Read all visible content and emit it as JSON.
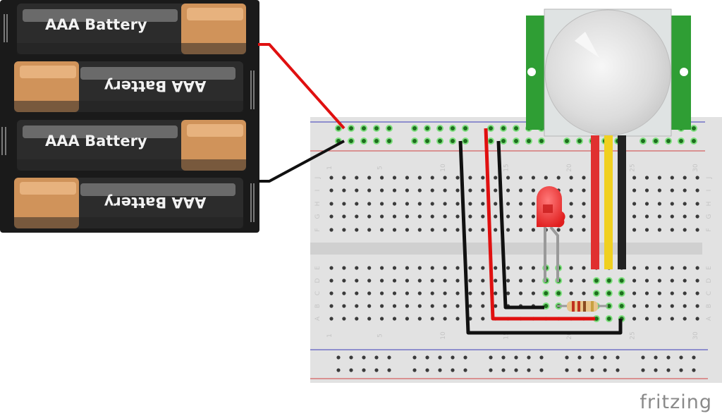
{
  "app": {
    "logo_text": "fritzing"
  },
  "battery_pack": {
    "cells": [
      {
        "label": "AAA Battery",
        "orientation": "normal"
      },
      {
        "label": "AAA Battery",
        "orientation": "flipped"
      },
      {
        "label": "AAA Battery",
        "orientation": "normal"
      },
      {
        "label": "AAA Battery",
        "orientation": "flipped"
      }
    ],
    "lead_colors": {
      "positive": "#e01010",
      "negative": "#111111"
    }
  },
  "breadboard": {
    "column_labels": [
      "1",
      "5",
      "10",
      "15",
      "20",
      "25",
      "30"
    ],
    "column_label_numbers": [
      1,
      5,
      10,
      15,
      20,
      25,
      30
    ],
    "rows_top": [
      "J",
      "I",
      "H",
      "G",
      "F"
    ],
    "rows_bottom": [
      "E",
      "D",
      "C",
      "B",
      "A"
    ],
    "columns": 30,
    "rail_colors": {
      "blue": "#3a3ab8",
      "red": "#d04040"
    },
    "hole_color": "#3a3a3a",
    "active_hole_color": "#1e6e1e",
    "active_glow": "#7fe07f"
  },
  "components": {
    "pir_sensor": {
      "name": "PIR motion sensor",
      "board_color": "#2f9e34",
      "wires": [
        "#e03030",
        "#f0d020",
        "#222222"
      ]
    },
    "led": {
      "name": "Red LED",
      "color": "#ee2a2a"
    },
    "resistor": {
      "name": "Resistor",
      "bands": [
        "#c03020",
        "#c03020",
        "#8a4a20",
        "#c8a040"
      ]
    }
  },
  "wires": [
    {
      "name": "battery-positive-wire",
      "color": "#e01010"
    },
    {
      "name": "battery-negative-wire",
      "color": "#111111"
    },
    {
      "name": "ground-rail-to-pir-ground-wire",
      "color": "#111111"
    },
    {
      "name": "power-rail-to-pir-vcc-wire",
      "color": "#e01010"
    },
    {
      "name": "ground-rail-to-led-wire",
      "color": "#111111"
    }
  ]
}
